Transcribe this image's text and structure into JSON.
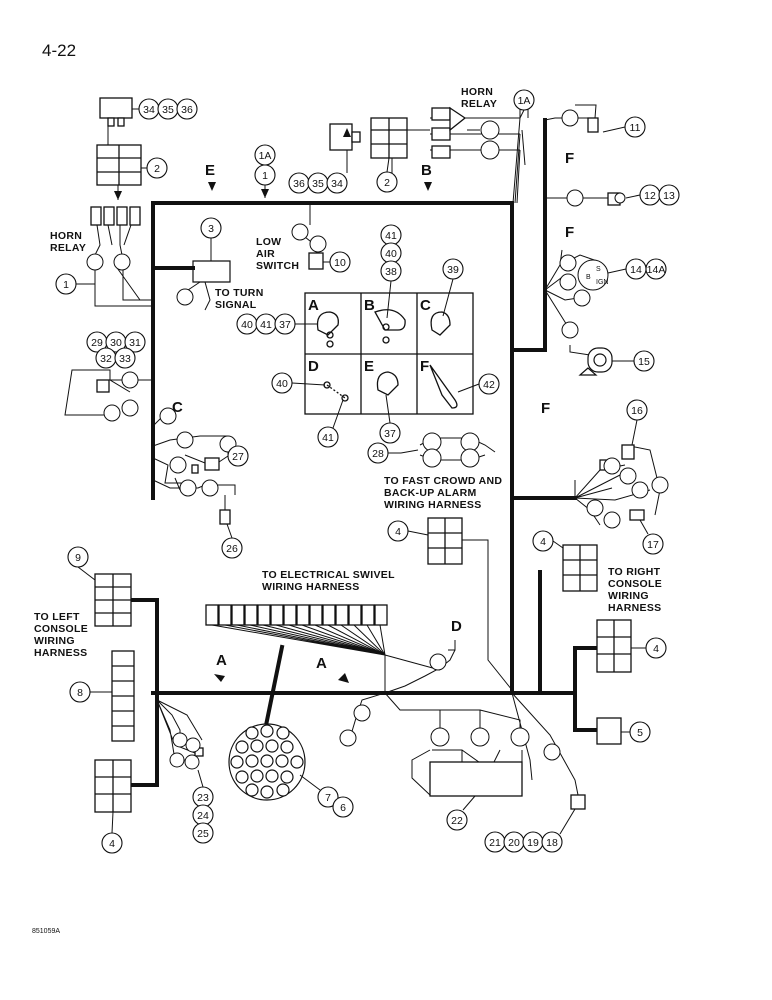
{
  "page_number": "4-22",
  "figure_code": "851059A",
  "labels": {
    "horn_relay_top": [
      "HORN",
      "RELAY"
    ],
    "horn_relay_left": [
      "HORN",
      "RELAY"
    ],
    "low_air_switch": [
      "LOW",
      "AIR",
      "SWITCH"
    ],
    "to_turn_signal": [
      "TO TURN",
      "SIGNAL"
    ],
    "to_fast_crowd": [
      "TO FAST CROWD AND",
      "BACK-UP ALARM",
      "WIRING HARNESS"
    ],
    "to_right_console": [
      "TO RIGHT",
      "CONSOLE",
      "WIRING",
      "HARNESS"
    ],
    "to_left_console": [
      "TO LEFT",
      "CONSOLE",
      "WIRING",
      "HARNESS"
    ],
    "to_swivel": [
      "TO ELECTRICAL SWIVEL",
      "WIRING HARNESS"
    ]
  },
  "harness_letters": {
    "E": "E",
    "B": "B",
    "C": "C",
    "F1": "F",
    "F2": "F",
    "F3": "F",
    "A1": "A",
    "A2": "A",
    "D": "D"
  },
  "clip_panel": {
    "A": "A",
    "B": "B",
    "C": "C",
    "D": "D",
    "E": "E",
    "F": "F"
  },
  "callouts": {
    "c34": "34",
    "c35": "35",
    "c36": "36",
    "c2a": "2",
    "c1Aa": "1A",
    "c1a": "1",
    "c36b": "36",
    "c35b": "35",
    "c34b": "34",
    "c2b": "2",
    "c1Ab": "1A",
    "c11": "11",
    "c12": "12",
    "c13": "13",
    "c14": "14",
    "c14A": "14A",
    "c15": "15",
    "c1b": "1",
    "c3": "3",
    "c10": "10",
    "c41a": "41",
    "c40a": "40",
    "c38": "38",
    "c39": "39",
    "c40b": "40",
    "c41b": "41",
    "c37a": "37",
    "c29": "29",
    "c30": "30",
    "c31": "31",
    "c32": "32",
    "c33": "33",
    "c40c": "40",
    "c41c": "41",
    "c37b": "37",
    "c42": "42",
    "c27": "27",
    "c26": "26",
    "c28": "28",
    "c16": "16",
    "c17": "17",
    "c4a": "4",
    "c4b": "4",
    "c4c": "4",
    "c4d": "4",
    "c9": "9",
    "c8": "8",
    "c5": "5",
    "c7": "7",
    "c6": "6",
    "c23": "23",
    "c24": "24",
    "c25": "25",
    "c22": "22",
    "c21": "21",
    "c20": "20",
    "c19": "19",
    "c18": "18"
  },
  "switch_marks": {
    "b": "B",
    "s": "S",
    "ign": "IGN"
  },
  "colors": {
    "ink": "#111111",
    "paper": "#ffffff"
  }
}
